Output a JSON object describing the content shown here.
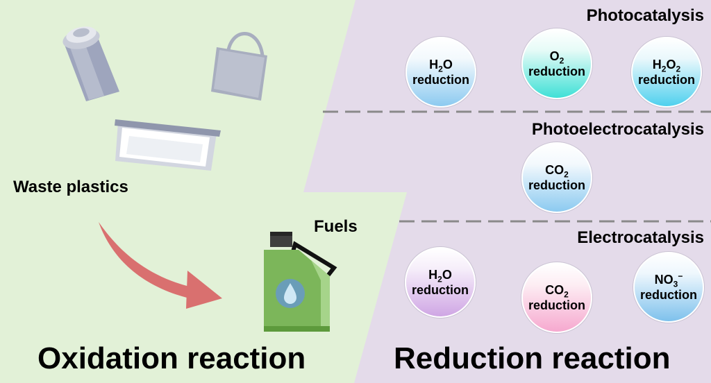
{
  "colors": {
    "left_background": "#e2f1d7",
    "right_background": "#e4dbea",
    "arrow": "#d9706f",
    "fuel_can": "#7cb65a",
    "dashed_line": "#8a8a8a"
  },
  "icons": [
    "bottle-icon",
    "bag-icon",
    "container-icon",
    "arrow-icon",
    "fuel-can-icon"
  ],
  "left": {
    "waste_label": "Waste plastics",
    "fuels_label": "Fuels",
    "bottom_label": "Oxidation reaction"
  },
  "right": {
    "bottom_label": "Reduction reaction",
    "sections": [
      {
        "title": "Photocatalysis",
        "circles": [
          {
            "formula": "H<sub>2</sub>O",
            "label": "reduction",
            "style": "blue"
          },
          {
            "formula": "O<sub>2</sub>",
            "label": "reduction",
            "style": "cyan"
          },
          {
            "formula": "H<sub>2</sub>O<sub>2</sub>",
            "label": "reduction",
            "style": "bluecyan"
          }
        ]
      },
      {
        "title": "Photoelectrocatalysis",
        "circles": [
          {
            "formula": "CO<sub>2</sub>",
            "label": "reduction",
            "style": "blue"
          }
        ]
      },
      {
        "title": "Electrocatalysis",
        "circles": [
          {
            "formula": "H<sub>2</sub>O",
            "label": "reduction",
            "style": "lavender"
          },
          {
            "formula": "CO<sub>2</sub>",
            "label": "reduction",
            "style": "pink"
          },
          {
            "formula": "NO<sub>3</sub><sup>−</sup>",
            "label": "reduction",
            "style": "skyblue"
          }
        ]
      }
    ]
  }
}
